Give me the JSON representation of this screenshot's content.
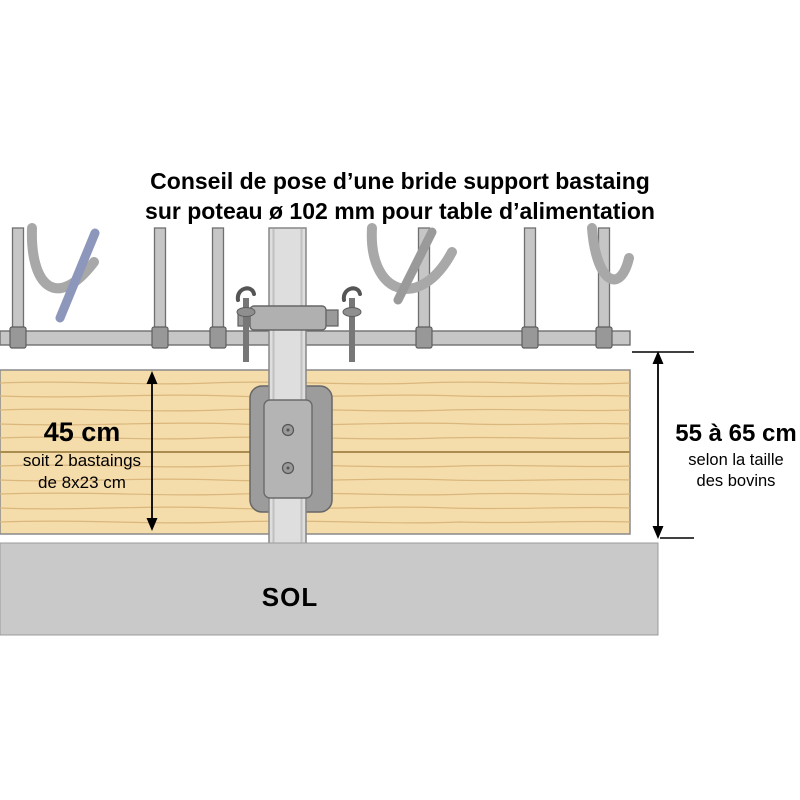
{
  "title": {
    "line1": "Conseil de pose d’une bride support bastaing",
    "line2": "sur poteau ø 102 mm pour table d’alimentation"
  },
  "annotations": {
    "left": {
      "value": "45 cm",
      "detail1": "soit 2 bastaings",
      "detail2": "de 8x23 cm"
    },
    "right": {
      "value": "55 à 65 cm",
      "detail1": "selon la taille",
      "detail2": "des bovins"
    },
    "ground_label": "SOL"
  },
  "diagram": {
    "post_diameter": "ø 102 mm",
    "plank_height": "45 cm",
    "rail_height_range": "55 à 65 cm"
  },
  "colors": {
    "wood": "#f5dcab",
    "wood_grain": "#d8b478",
    "wood_divider": "#a98c50",
    "concrete": "#c9c9c9",
    "post": "#dedede",
    "bracket": "#9c9c9c",
    "bracket_front": "#b4b4b4",
    "tube": "#c6c6c6",
    "tube_outline": "#6f6f6f",
    "blue_bar": "#8d96bb",
    "text": "#000000"
  }
}
